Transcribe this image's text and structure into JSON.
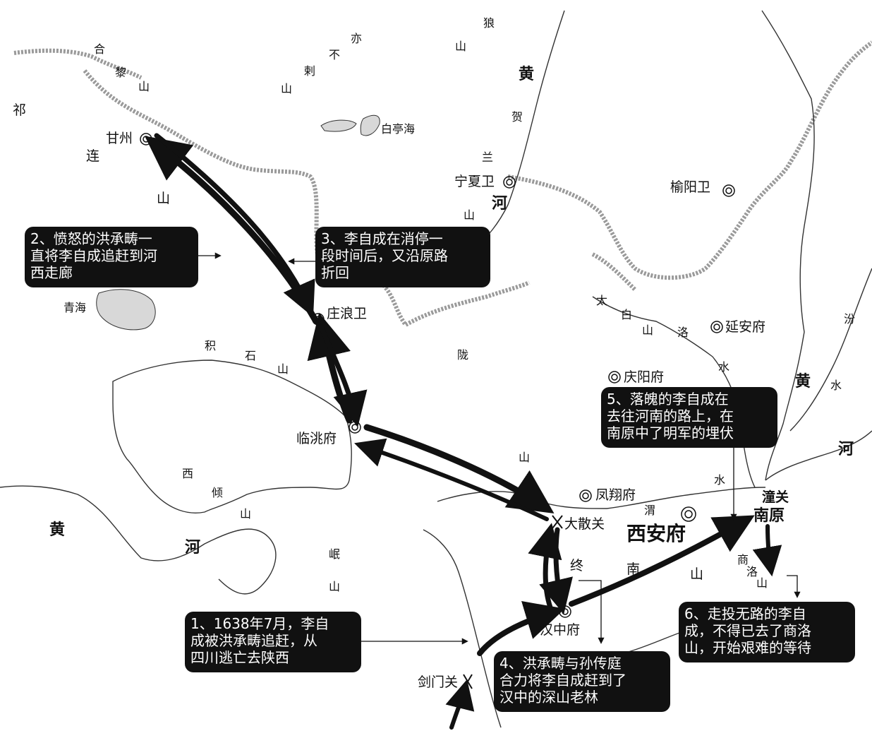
{
  "places": {
    "ganzhou": "甘州",
    "baitinghai": "白亭海",
    "ningxiawei": "宁夏卫",
    "yuyangwei": "榆阳卫",
    "zhuanglangwei": "庄浪卫",
    "qinghai": "青海",
    "lintaofu": "临洮府",
    "yananfu": "延安府",
    "qingyangfu": "庆阳府",
    "fengxiangfu": "凤翔府",
    "dasanguan": "大散关",
    "xianfu": "西安府",
    "tongguan": "潼关",
    "nanyuan": "南原",
    "hanzhongfu": "汉中府",
    "jianmenguan": "剑门关"
  },
  "geo_labels": {
    "qi": "祁",
    "lian": "连",
    "shan_qilian": "山",
    "he": "合",
    "li": "黎",
    "shan_heli": "山",
    "shan_1": "山",
    "la": "剌",
    "bu": "不",
    "yi": "亦",
    "lang": "狼",
    "shan_lang": "山",
    "huang_1": "黄",
    "he_hh1": "河",
    "he_ln": "贺",
    "lan": "兰",
    "shan_hl": "山",
    "ji": "积",
    "shi": "石",
    "shan_js": "山",
    "long": "陇",
    "shan_long": "山",
    "tai": "太",
    "bai": "白",
    "shan_tb": "山",
    "luo": "洛",
    "shui_luo": "水",
    "fen": "汾",
    "huang_2": "黄",
    "shui_fen": "水",
    "he_2": "河",
    "wei": "渭",
    "shui_wei": "水",
    "xi": "西",
    "qing": "倾",
    "shan_xq": "山",
    "huang_3": "黄",
    "he_3": "河",
    "min": "岷",
    "shan_min": "山",
    "zhong": "终",
    "nan": "南",
    "shan_zn": "山",
    "shang": "商",
    "luo2": "洛",
    "shan_sl": "山"
  },
  "notes": {
    "n1": [
      "1、1638年7月，李自",
      "成被洪承畴追赶，从",
      "四川逃亡去陕西"
    ],
    "n2": [
      "2、愤怒的洪承畴一",
      "直将李自成追赶到河",
      "西走廊"
    ],
    "n3": [
      "3、李自成在消停一",
      "段时间后，又沿原路",
      "折回"
    ],
    "n4": [
      "4、洪承畴与孙传庭",
      "合力将李自成赶到了",
      "汉中的深山老林"
    ],
    "n5": [
      "5、落魄的李自成在",
      "去往河南的路上，在",
      "南原中了明军的埋伏"
    ],
    "n6": [
      "6、走投无路的李自",
      "成，不得已去了商洛",
      "山，开始艰难的等待"
    ]
  },
  "colors": {
    "route": "#111111",
    "river": "#333333",
    "wall": "#999999",
    "lake": "#d8d8d8"
  },
  "icons": {
    "city_marker": "double-circle-icon",
    "pass_marker": "cross-pass-icon"
  }
}
